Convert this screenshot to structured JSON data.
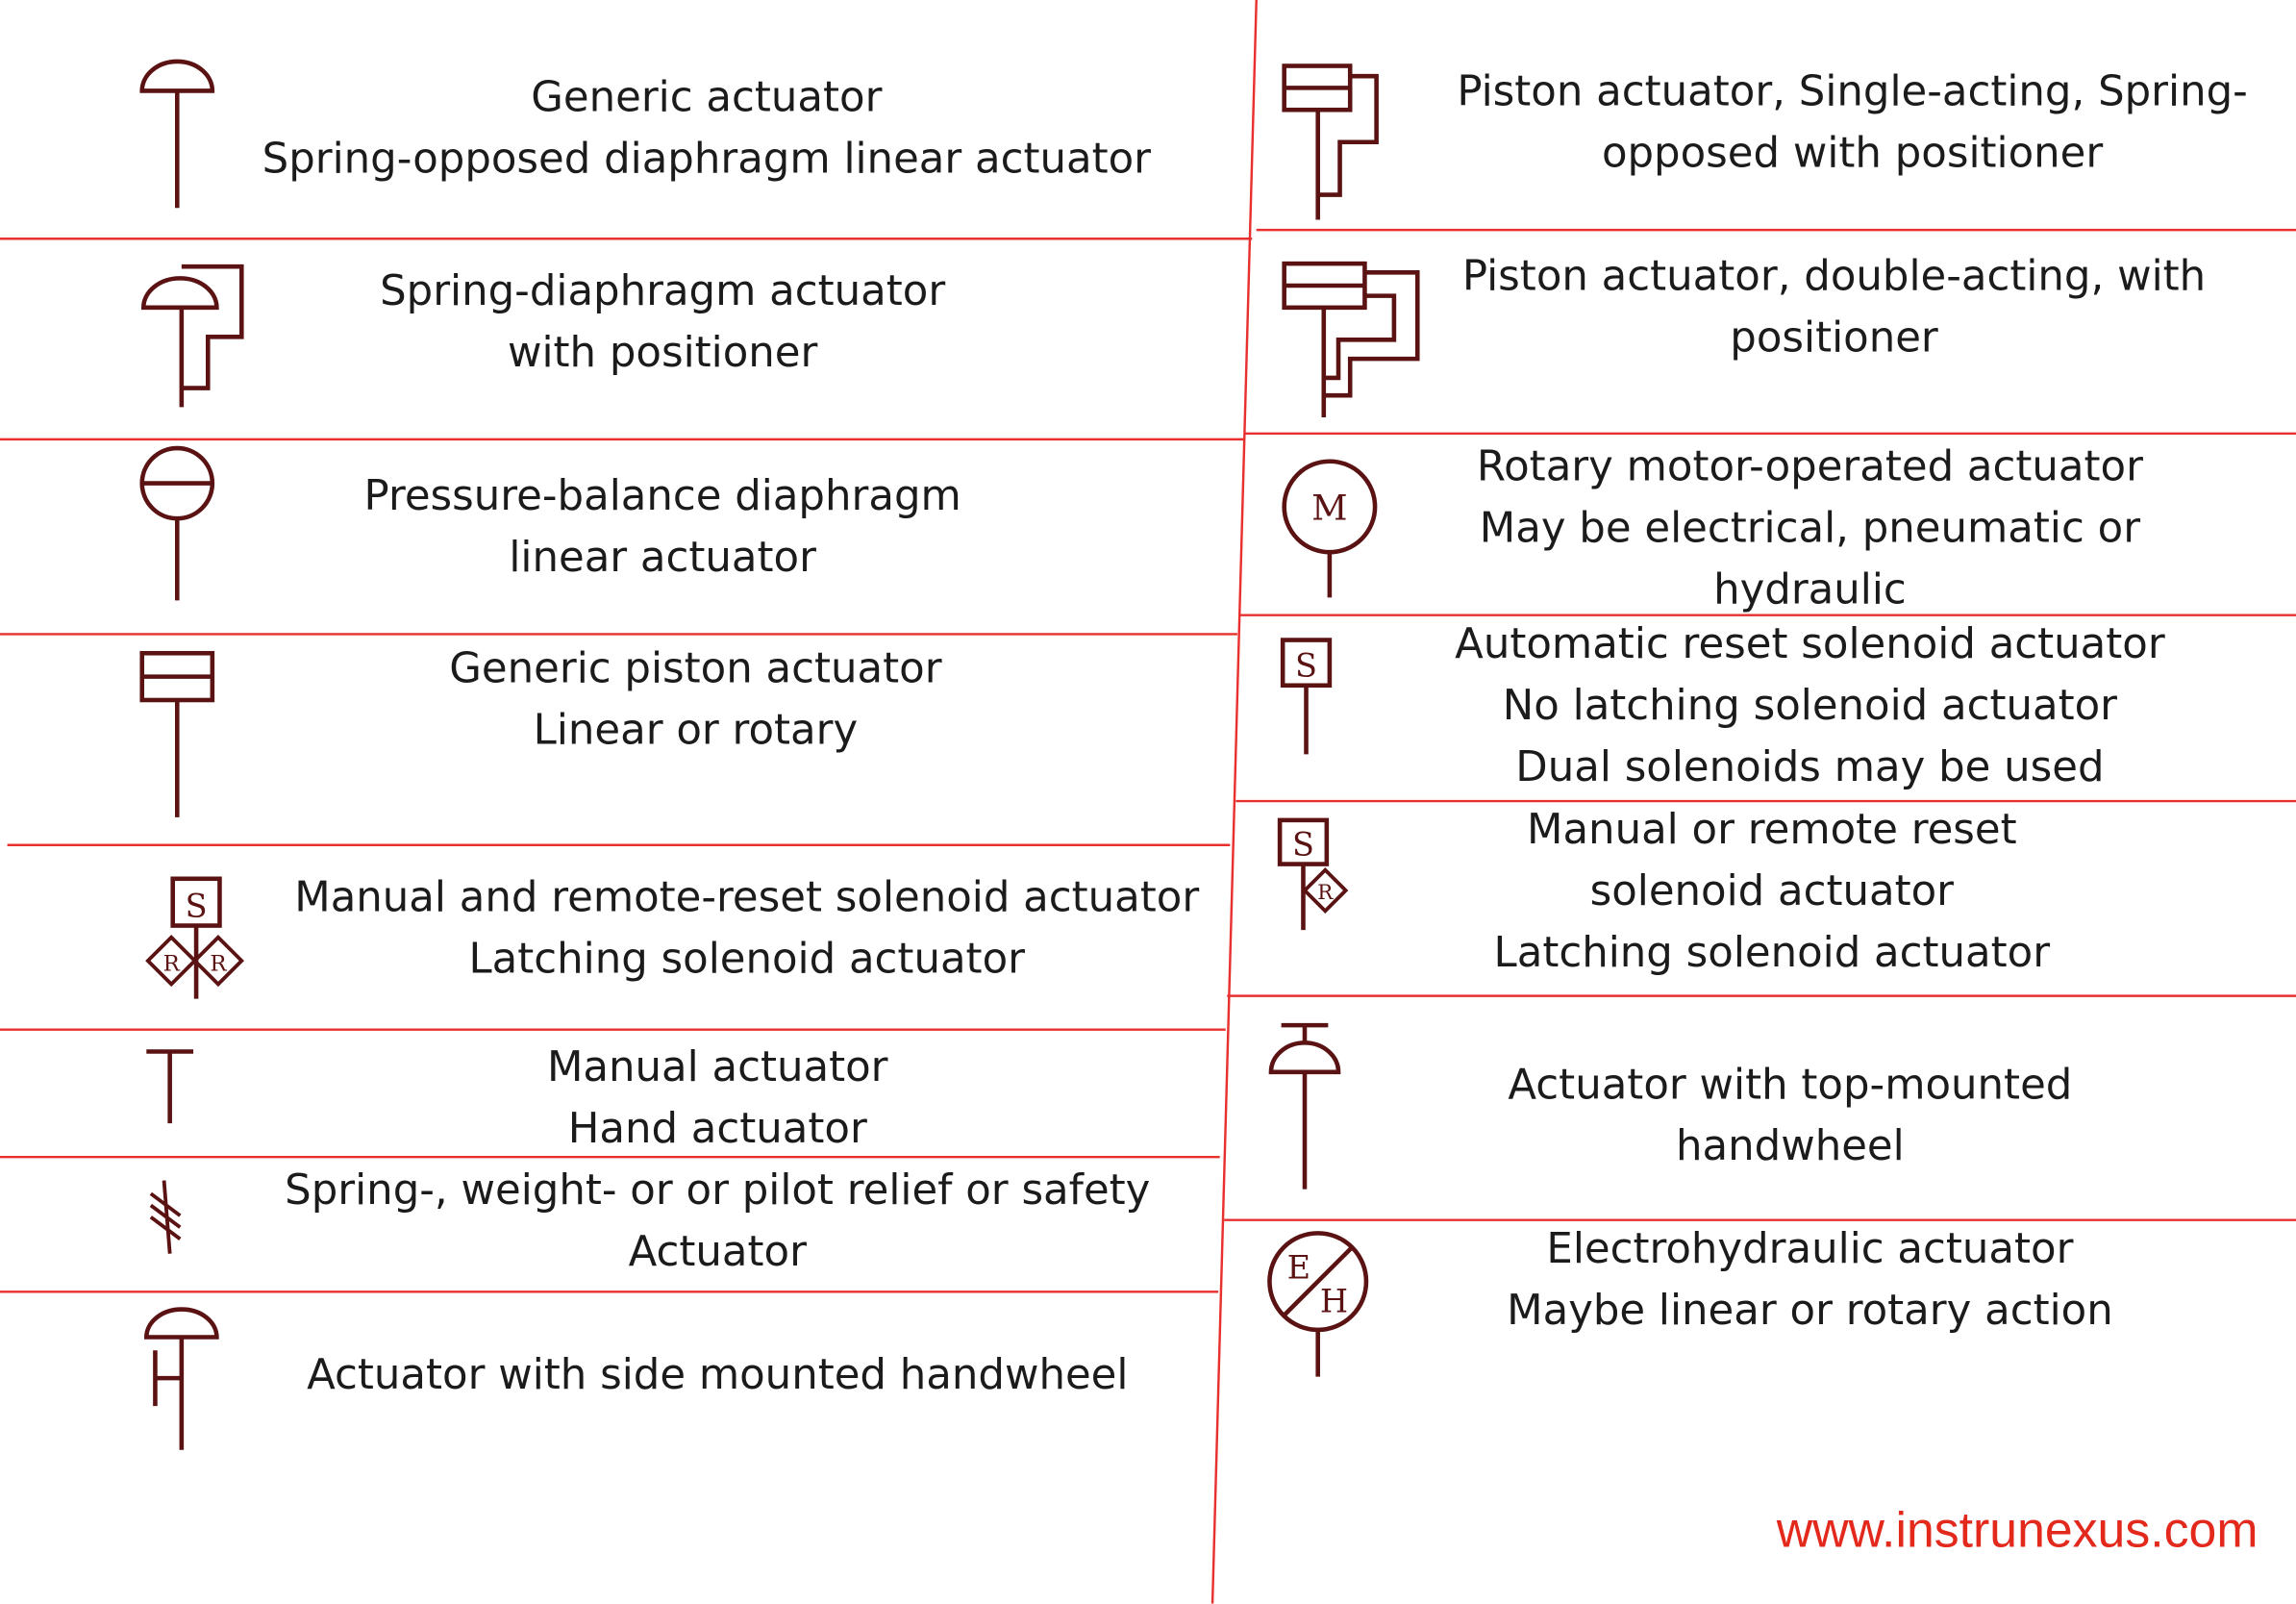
{
  "colors": {
    "line": "#e8312f",
    "symbol": "#5a1212",
    "text": "#1b1b1b",
    "url": "#e3281c"
  },
  "left": [
    {
      "icon": "generic-actuator",
      "lines": [
        "Generic actuator",
        "Spring-opposed diaphragm linear actuator"
      ]
    },
    {
      "icon": "spring-diaphragm-positioner",
      "lines": [
        "Spring-diaphragm actuator",
        "with positioner"
      ]
    },
    {
      "icon": "pressure-balance-diaphragm",
      "lines": [
        "Pressure-balance diaphragm",
        "linear actuator"
      ]
    },
    {
      "icon": "generic-piston",
      "lines": [
        "Generic piston actuator",
        "Linear or rotary"
      ]
    },
    {
      "icon": "manual-remote-reset-solenoid",
      "lines": [
        "Manual and remote-reset solenoid actuator",
        "Latching solenoid actuator"
      ],
      "symbol_text": {
        "s": "S",
        "r": "R"
      }
    },
    {
      "icon": "manual-actuator",
      "lines": [
        "Manual actuator",
        "Hand actuator"
      ]
    },
    {
      "icon": "relief-safety",
      "lines": [
        "Spring-, weight- or or pilot relief or safety",
        "Actuator"
      ]
    },
    {
      "icon": "side-handwheel",
      "lines": [
        "Actuator with side mounted handwheel"
      ]
    }
  ],
  "right": [
    {
      "icon": "piston-single-acting-positioner",
      "lines": [
        "Piston actuator, Single-acting, Spring-",
        "opposed with positioner"
      ]
    },
    {
      "icon": "piston-double-acting-positioner",
      "lines": [
        "Piston actuator, double-acting, with",
        "positioner"
      ]
    },
    {
      "icon": "rotary-motor",
      "lines": [
        "Rotary motor-operated actuator",
        "May be electrical, pneumatic or",
        "hydraulic"
      ],
      "symbol_text": "M"
    },
    {
      "icon": "automatic-reset-solenoid",
      "lines": [
        "Automatic reset solenoid actuator",
        "No latching solenoid actuator",
        "Dual solenoids may be used"
      ],
      "symbol_text": "S"
    },
    {
      "icon": "manual-remote-reset-solenoid-latching",
      "lines": [
        "Manual or remote reset",
        "solenoid actuator",
        "Latching solenoid actuator"
      ],
      "symbol_text": {
        "s": "S",
        "r": "R"
      }
    },
    {
      "icon": "top-handwheel",
      "lines": [
        "Actuator with top-mounted",
        "handwheel"
      ]
    },
    {
      "icon": "electrohydraulic",
      "lines": [
        "Electrohydraulic actuator",
        "Maybe linear or rotary action"
      ],
      "symbol_text": {
        "e": "E",
        "h": "H"
      }
    }
  ],
  "website": "www.instrunexus.com"
}
